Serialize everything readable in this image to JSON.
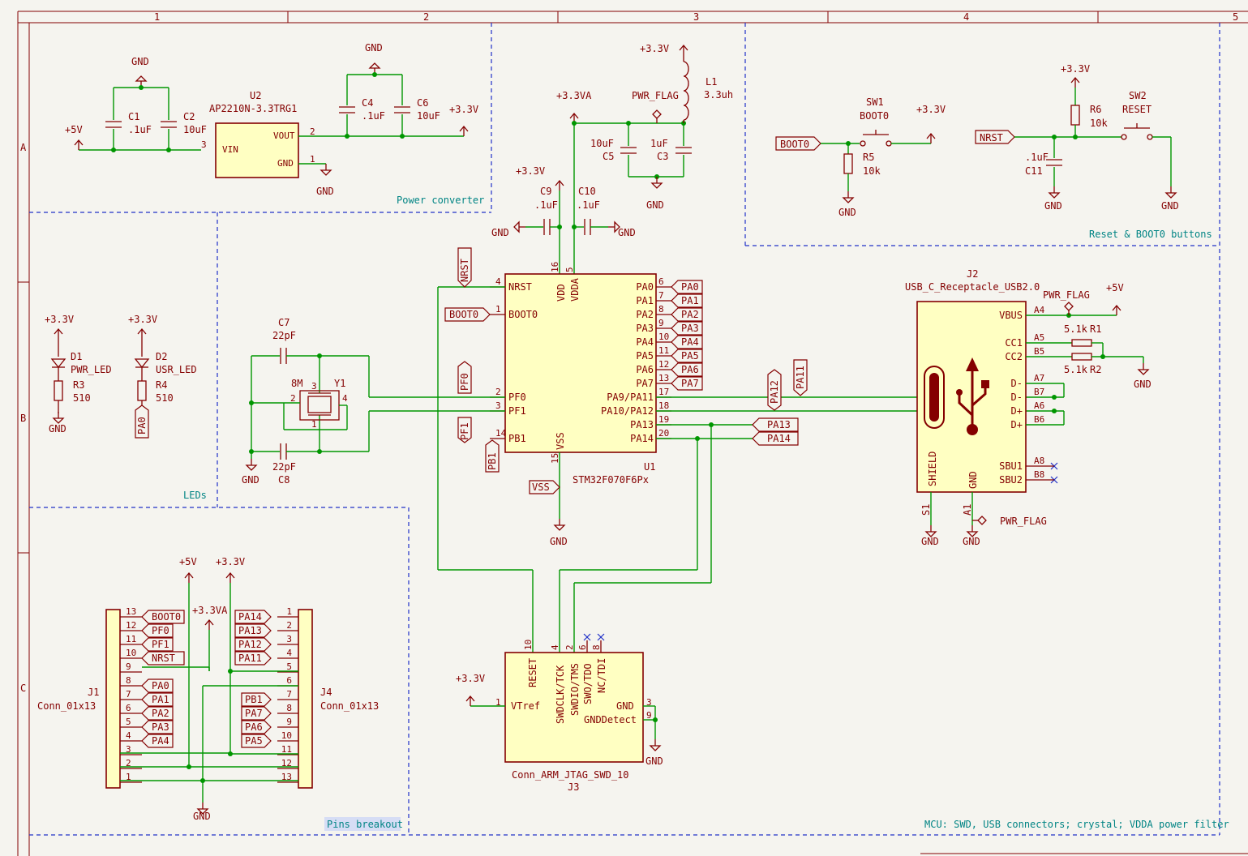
{
  "frame": {
    "cols": [
      "1",
      "2",
      "3",
      "4",
      "5"
    ],
    "rows": [
      "A",
      "B",
      "C"
    ]
  },
  "blocks": {
    "power": "Power converter",
    "leds": "LEDs",
    "pins": "Pins breakout",
    "buttons": "Reset & BOOT0 buttons",
    "mcu": "MCU: SWD, USB connectors; crystal; VDDA power filter"
  },
  "power": {
    "gnd": "GND",
    "p5v": "+5V",
    "p33v": "+3.3V",
    "c1_ref": "C1",
    "c1_val": ".1uF",
    "c2_ref": "C2",
    "c2_val": "10uF",
    "u2_ref": "U2",
    "u2_val": "AP2210N-3.3TRG1",
    "u2_vin": "VIN",
    "u2_vout": "VOUT",
    "u2_gnd": "GND",
    "pin3": "3",
    "pin2": "2",
    "pin1": "1",
    "c4_ref": "C4",
    "c4_val": ".1uF",
    "c6_ref": "C6",
    "c6_val": "10uF"
  },
  "leds": {
    "p33v": "+3.3V",
    "gnd": "GND",
    "d1_ref": "D1",
    "d1_val": "PWR_LED",
    "r3_ref": "R3",
    "r3_val": "510",
    "d2_ref": "D2",
    "d2_val": "USR_LED",
    "r4_ref": "R4",
    "r4_val": "510",
    "pa0": "PA0"
  },
  "filter": {
    "p33va": "+3.3VA",
    "p33v": "+3.3V",
    "pwr_flag": "PWR_FLAG",
    "l1_ref": "L1",
    "l1_val": "3.3uh",
    "c5_ref": "C5",
    "c5_val": "10uF",
    "c3_ref": "C3",
    "c3_val": "1uF",
    "c9_ref": "C9",
    "c9_val": ".1uF",
    "c10_ref": "C10",
    "c10_val": ".1uF",
    "gnd": "GND"
  },
  "buttons": {
    "sw1_ref": "SW1",
    "sw1_val": "BOOT0",
    "p33v": "+3.3V",
    "boot0": "BOOT0",
    "r5_ref": "R5",
    "r5_val": "10k",
    "gnd": "GND",
    "r6_ref": "R6",
    "r6_val": "10k",
    "sw2_ref": "SW2",
    "sw2_val": "RESET",
    "nrst": "NRST",
    "c11_ref": "C11",
    "c11_val": ".1uF"
  },
  "mcu": {
    "ref": "U1",
    "value": "STM32F070F6Px",
    "left_pins": [
      {
        "num": "4",
        "name": "NRST"
      },
      {
        "num": "1",
        "name": "BOOT0"
      },
      {
        "num": "2",
        "name": "PF0"
      },
      {
        "num": "3",
        "name": "PF1"
      },
      {
        "num": "14",
        "name": "PB1"
      }
    ],
    "right_pins": [
      {
        "num": "6",
        "name": "PA0",
        "net": "PA0"
      },
      {
        "num": "7",
        "name": "PA1",
        "net": "PA1"
      },
      {
        "num": "8",
        "name": "PA2",
        "net": "PA2"
      },
      {
        "num": "9",
        "name": "PA3",
        "net": "PA3"
      },
      {
        "num": "10",
        "name": "PA4",
        "net": "PA4"
      },
      {
        "num": "11",
        "name": "PA5",
        "net": "PA5"
      },
      {
        "num": "12",
        "name": "PA6",
        "net": "PA6"
      },
      {
        "num": "13",
        "name": "PA7",
        "net": "PA7"
      },
      {
        "num": "17",
        "name": "PA9/PA11",
        "net": ""
      },
      {
        "num": "18",
        "name": "PA10/PA12",
        "net": ""
      },
      {
        "num": "19",
        "name": "PA13",
        "net": "PA13"
      },
      {
        "num": "20",
        "name": "PA14",
        "net": "PA14"
      }
    ],
    "vdd": "VDD",
    "vdd_num": "16",
    "vdda": "VDDA",
    "vdda_num": "5",
    "vss": "VSS",
    "vss_num": "15",
    "nrst_lbl": "NRST",
    "boot0_lbl": "BOOT0",
    "pf0_lbl": "PF0",
    "pf1_lbl": "PF1",
    "pb1_lbl": "PB1",
    "vss_lbl": "VSS",
    "pa11_lbl": "PA11",
    "pa12_lbl": "PA12",
    "gnd": "GND"
  },
  "crystal": {
    "c7_ref": "C7",
    "c7_val": "22pF",
    "c8_ref": "C8",
    "c8_val": "22pF",
    "y1_ref": "Y1",
    "y1_val": "8M",
    "p1": "1",
    "p2": "2",
    "p3": "3",
    "p4": "4",
    "gnd": "GND"
  },
  "usb": {
    "ref": "J2",
    "value": "USB_C_Receptacle_USB2.0",
    "pwr_flag": "PWR_FLAG",
    "p5v": "+5V",
    "pins": [
      {
        "name": "VBUS",
        "num": "A4"
      },
      {
        "name": "CC1",
        "num": "A5"
      },
      {
        "name": "CC2",
        "num": "B5"
      },
      {
        "name": "D-",
        "num": "A7"
      },
      {
        "name": "D-",
        "num": "B7"
      },
      {
        "name": "D+",
        "num": "A6"
      },
      {
        "name": "D+",
        "num": "B6"
      },
      {
        "name": "SBU1",
        "num": "A8"
      },
      {
        "name": "SBU2",
        "num": "B8"
      }
    ],
    "shield": "SHIELD",
    "gnd_pin": "GND",
    "s1": "S1",
    "a1": "A1",
    "r1_ref": "R1",
    "r1_val": "5.1k",
    "r2_ref": "R2",
    "r2_val": "5.1k",
    "gnd": "GND"
  },
  "jtag": {
    "ref": "J3",
    "value": "Conn_ARM_JTAG_SWD_10",
    "reset": "RESET",
    "reset_num": "10",
    "swclk": "SWDCLK/TCK",
    "swclk_num": "4",
    "swdio": "SWDIO/TMS",
    "swdio_num": "2",
    "swo": "SWO/TDO",
    "swo_num": "6",
    "nc": "NC/TDI",
    "nc_num": "8",
    "vtref": "VTref",
    "vtref_num": "1",
    "gnd": "GND",
    "gnd_num": "3",
    "gnddet": "GNDDetect",
    "gnddet_num": "9",
    "p33v": "+3.3V",
    "gnd_sym": "GND"
  },
  "breakout": {
    "p5v": "+5V",
    "p33v": "+3.3V",
    "p33va": "+3.3VA",
    "gnd": "GND",
    "j1_ref": "J1",
    "j1_val": "Conn_01x13",
    "j4_ref": "J4",
    "j4_val": "Conn_01x13",
    "j1_pins": [
      {
        "num": "13",
        "net": "BOOT0"
      },
      {
        "num": "12",
        "net": "PF0"
      },
      {
        "num": "11",
        "net": "PF1"
      },
      {
        "num": "10",
        "net": "NRST"
      },
      {
        "num": "9",
        "net": ""
      },
      {
        "num": "8",
        "net": "PA0"
      },
      {
        "num": "7",
        "net": "PA1"
      },
      {
        "num": "6",
        "net": "PA2"
      },
      {
        "num": "5",
        "net": "PA3"
      },
      {
        "num": "4",
        "net": "PA4"
      },
      {
        "num": "3",
        "net": ""
      },
      {
        "num": "2",
        "net": ""
      },
      {
        "num": "1",
        "net": ""
      }
    ],
    "j4_pins": [
      {
        "num": "1",
        "net": "PA14"
      },
      {
        "num": "2",
        "net": "PA13"
      },
      {
        "num": "3",
        "net": "PA12"
      },
      {
        "num": "4",
        "net": "PA11"
      },
      {
        "num": "5",
        "net": ""
      },
      {
        "num": "6",
        "net": ""
      },
      {
        "num": "7",
        "net": "PB1"
      },
      {
        "num": "8",
        "net": "PA7"
      },
      {
        "num": "9",
        "net": "PA6"
      },
      {
        "num": "10",
        "net": "PA5"
      },
      {
        "num": "11",
        "net": ""
      },
      {
        "num": "12",
        "net": ""
      },
      {
        "num": "13",
        "net": ""
      }
    ]
  }
}
